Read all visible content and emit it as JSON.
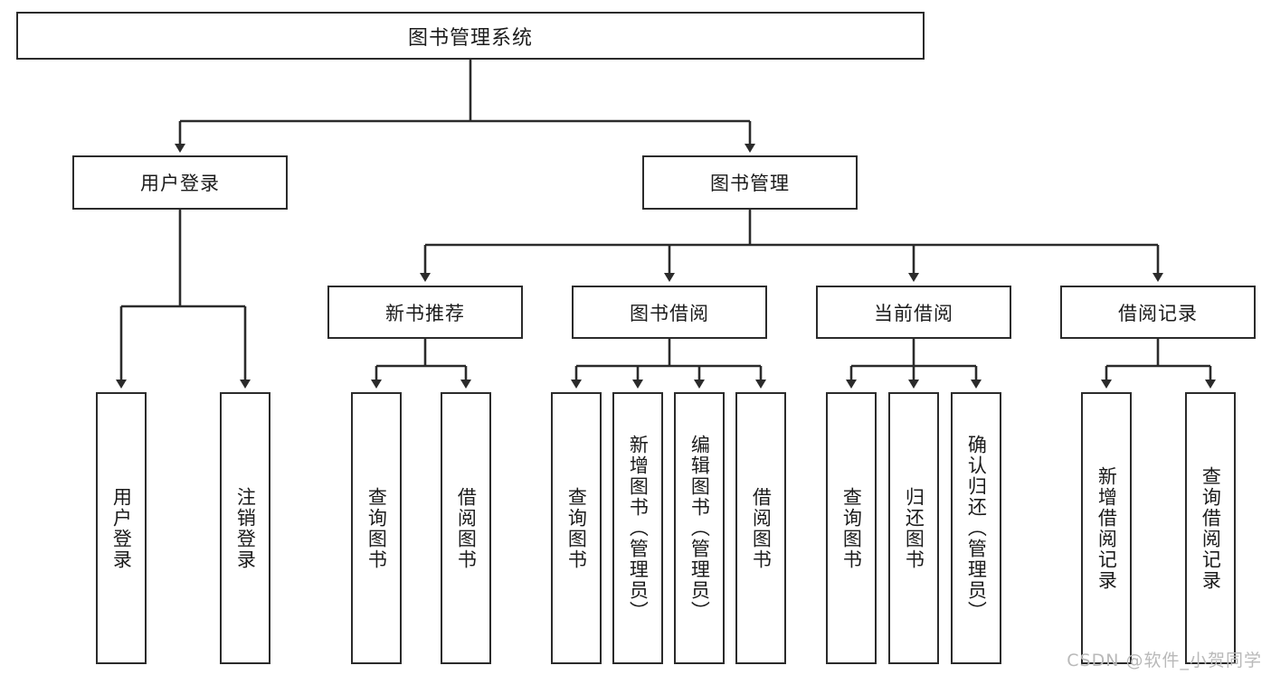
{
  "diagram": {
    "type": "hierarchy-tree",
    "title": "图书管理系统",
    "root": {
      "label": "图书管理系统"
    },
    "level2": [
      {
        "id": "user-login",
        "label": "用户登录"
      },
      {
        "id": "book-management",
        "label": "图书管理"
      }
    ],
    "level3": [
      {
        "id": "new-book-recommend",
        "label": "新书推荐"
      },
      {
        "id": "book-borrow",
        "label": "图书借阅"
      },
      {
        "id": "current-borrow",
        "label": "当前借阅"
      },
      {
        "id": "borrow-record",
        "label": "借阅记录"
      }
    ],
    "leaves": {
      "user_login": [
        {
          "id": "leaf-user-login",
          "label": "用户登录"
        },
        {
          "id": "leaf-logout",
          "label": "注销登录"
        }
      ],
      "new_book_recommend": [
        {
          "id": "leaf-query-books-1",
          "label": "查询图书"
        },
        {
          "id": "leaf-borrow-books-1",
          "label": "借阅图书"
        }
      ],
      "book_borrow": [
        {
          "id": "leaf-query-books-2",
          "label": "查询图书"
        },
        {
          "id": "leaf-add-book",
          "label": "新增图书（管理员）"
        },
        {
          "id": "leaf-edit-book",
          "label": "编辑图书（管理员）"
        },
        {
          "id": "leaf-borrow-books-2",
          "label": "借阅图书"
        }
      ],
      "current_borrow": [
        {
          "id": "leaf-query-books-3",
          "label": "查询图书"
        },
        {
          "id": "leaf-return-book",
          "label": "归还图书"
        },
        {
          "id": "leaf-confirm-return",
          "label": "确认归还（管理员）"
        }
      ],
      "borrow_record": [
        {
          "id": "leaf-add-record",
          "label": "新增借阅记录"
        },
        {
          "id": "leaf-query-record",
          "label": "查询借阅记录"
        }
      ]
    }
  },
  "watermark": {
    "text": "CSDN @软件_小贺同学"
  },
  "colors": {
    "border": "#2b2b2b",
    "box_fill": "#ffffff",
    "text": "#1b1b1b",
    "connector": "#2b2b2b",
    "watermark": "#b9b9b9",
    "background": "#ffffff"
  }
}
